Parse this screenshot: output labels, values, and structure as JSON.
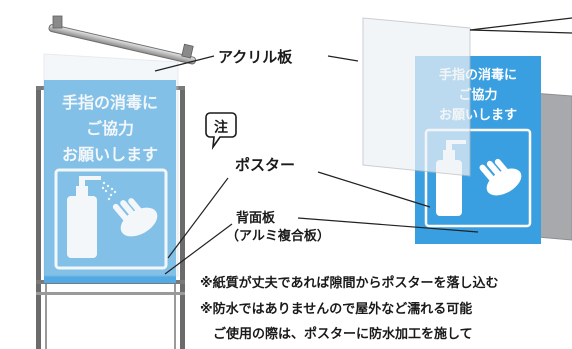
{
  "labels": {
    "acrylic": "アクリル板",
    "poster": "ポスター",
    "backboard": "背面板",
    "backboard_sub": "（アルミ複合板）",
    "caution_mark": "注"
  },
  "poster": {
    "line1": "手指の消毒に",
    "line2": "ご協力",
    "line3": "お願いします"
  },
  "notes": [
    "※紙質が丈夫であれば隙間からポスターを落し込む",
    "※防水ではありませんので屋外など濡れる可能",
    "　ご使用の際は、ポスターに防水加工を施して"
  ],
  "colors": {
    "poster_blue": "#3a9fe0",
    "poster_dark": "#1e77c0",
    "frame": "#5a5a5a",
    "backboard": "#a7a9ac",
    "acrylic": "#eef2f5"
  }
}
